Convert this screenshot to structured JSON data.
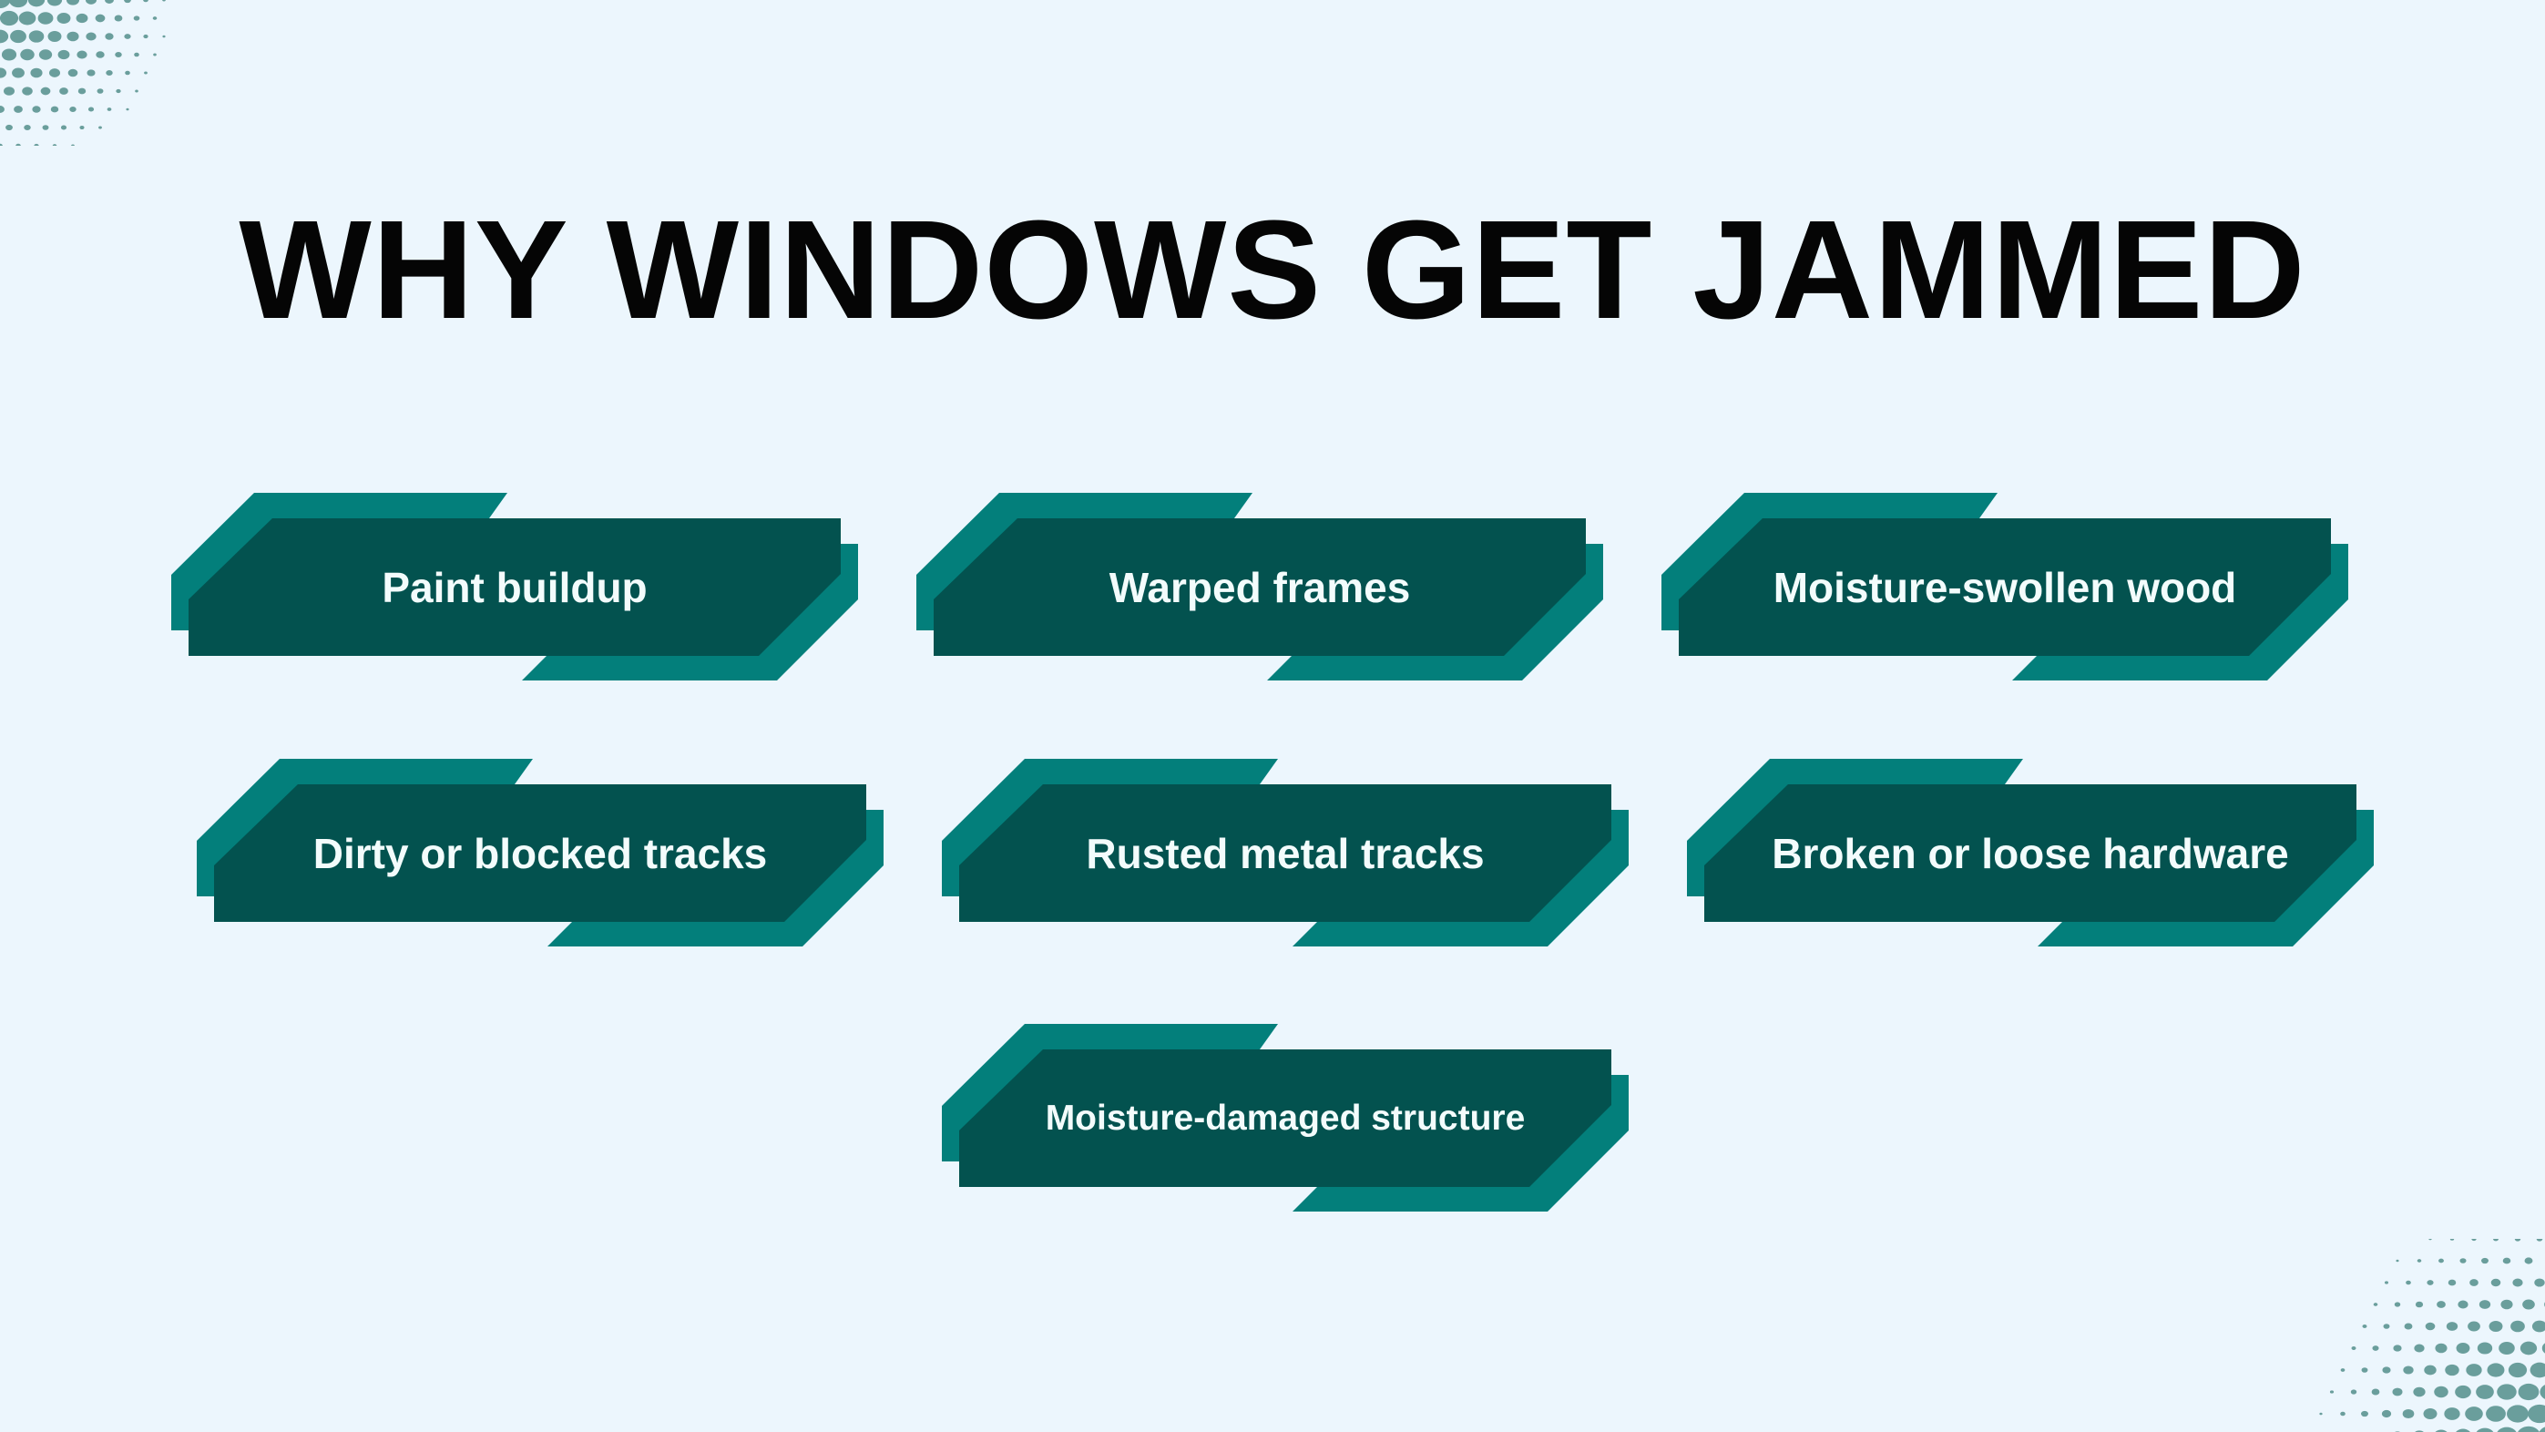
{
  "title": "WHY WINDOWS GET JAMMED",
  "colors": {
    "background": "#ecf6fd",
    "card_front": "#03524f",
    "card_back": "#037f7b",
    "card_text": "#f3fcfc",
    "title_text": "#050505",
    "dots": "#6a9e9c"
  },
  "causes": [
    {
      "label": "Paint buildup"
    },
    {
      "label": "Warped frames"
    },
    {
      "label": "Moisture-swollen wood"
    },
    {
      "label": "Dirty or blocked tracks"
    },
    {
      "label": "Rusted metal tracks"
    },
    {
      "label": "Broken or loose hardware"
    },
    {
      "label": "Moisture-damaged structure"
    }
  ]
}
